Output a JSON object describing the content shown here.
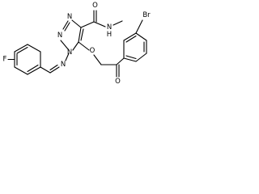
{
  "structure": {
    "atoms": {
      "fluorine": "F",
      "bromine": "Br",
      "amide_oxygen": "O",
      "amide_nitrogen": "N",
      "amide_hydrogen": "H",
      "triazole_n1": "N",
      "triazole_n2": "N",
      "triazole_n3": "N",
      "imine_nitrogen": "N",
      "ether_oxygen": "O",
      "ketone_oxygen": "O"
    }
  }
}
